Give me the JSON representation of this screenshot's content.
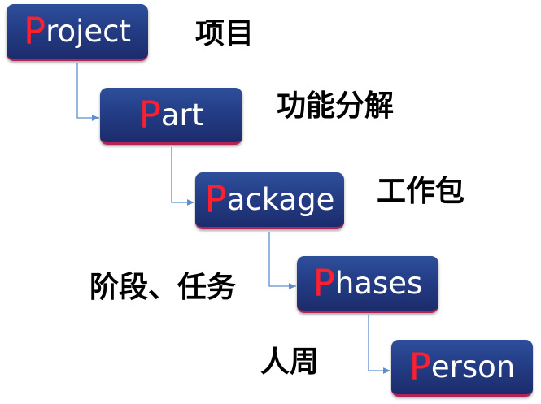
{
  "colors": {
    "box_fill": "#243d86",
    "box_accent_border": "#b0245a",
    "initial_letter": "#ff1f2e",
    "box_text": "#ffffff",
    "connector": "#5b8fd0",
    "label_text": "#000000"
  },
  "levels": [
    {
      "initial": "P",
      "rest": "roject",
      "label": "项目"
    },
    {
      "initial": "P",
      "rest": "art",
      "label": "功能分解"
    },
    {
      "initial": "P",
      "rest": "ackage",
      "label": "工作包"
    },
    {
      "initial": "P",
      "rest": "hases",
      "label": "阶段、任务"
    },
    {
      "initial": "P",
      "rest": "erson",
      "label": "人周"
    }
  ]
}
